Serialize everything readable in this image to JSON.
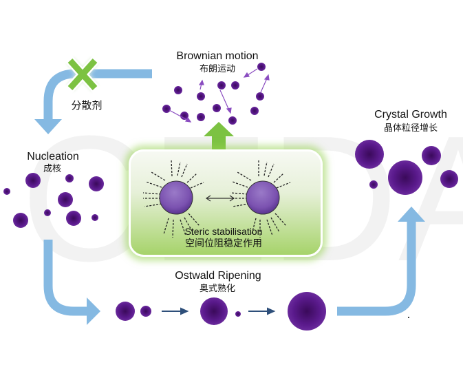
{
  "title": "Nanoparticle dispersion mechanism diagram",
  "watermark": "CEDA",
  "colors": {
    "flow_arrow": "#85b9e2",
    "particle": "#5a1a8c",
    "particle_center": "#3a0a5a",
    "steric_box_green": "#a6d36a",
    "up_arrow_green": "#7cc242",
    "cross_mark": "#7cc242",
    "small_arrow": "#2e4f7a",
    "brownian_arrow": "#8a4cc0"
  },
  "stages": {
    "brownian": {
      "en": "Brownian motion",
      "zh": "布朗运动"
    },
    "dispersant": {
      "zh": "分散剂",
      "icon": "cross-icon"
    },
    "nucleation": {
      "en": "Nucleation",
      "zh": "成核"
    },
    "steric": {
      "en": "Steric stabilisation",
      "zh": "空间位阻稳定作用"
    },
    "ostwald": {
      "en": "Ostwald Ripening",
      "zh": "奥式熟化"
    },
    "crystal": {
      "en": "Crystal Growth",
      "zh": "晶体粒径增长"
    }
  },
  "flow": [
    "Brownian motion",
    "Nucleation",
    "Ostwald Ripening",
    "Crystal Growth"
  ]
}
